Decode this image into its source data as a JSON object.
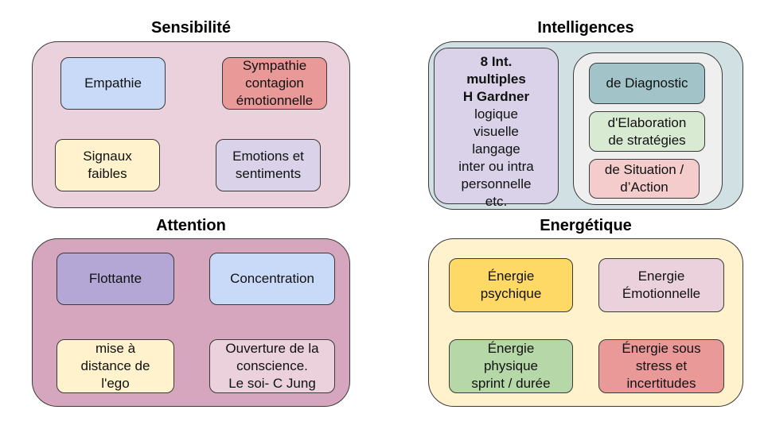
{
  "sensibilite": {
    "title": "Sensibilité",
    "empathie": "Empathie",
    "sympathie": "Sympathie\ncontagion\némotionnelle",
    "signaux": "Signaux\nfaibles",
    "emotions": "Emotions et\nsentiments"
  },
  "intelligences": {
    "title": "Intelligences",
    "gardner_heading": "8 Int.\nmultiples\nH Gardner",
    "gardner_list": "logique\nvisuelle\nlangage\ninter ou intra\npersonnelle\netc.",
    "diagnostic": "de Diagnostic",
    "elaboration": "d'Elaboration\nde stratégies",
    "situation": "de Situation /\nd’Action"
  },
  "attention": {
    "title": "Attention",
    "flottante": "Flottante",
    "concentration": "Concentration",
    "mise_distance": "mise à\ndistance de\nl'ego",
    "ouverture": "Ouverture de la\nconscience.\nLe soi- C Jung"
  },
  "energetique": {
    "title": "Energétique",
    "psychique": "Énergie\npsychique",
    "emotionnelle": "Energie\nÉmotionnelle",
    "physique": "Énergie\nphysique\nsprint / durée",
    "stress": "Énergie sous\nstress et\nincertitudes"
  },
  "colors": {
    "pink_panel": "#ead1dc",
    "mauve_panel": "#d5a6bd",
    "teal_panel": "#d0e0e3",
    "yellow_panel": "#fff2cc",
    "blue": "#c9daf8",
    "red": "#ea9999",
    "cream": "#fff2cc",
    "lavender": "#d9d2e9",
    "purple": "#b4a7d6",
    "light_pink": "#ead1dc",
    "teal_dark": "#a2c4c9",
    "green": "#d9ead3",
    "salmon": "#f4cccc",
    "gold": "#ffd966",
    "green_mid": "#b6d7a8",
    "grey": "#efefef"
  }
}
